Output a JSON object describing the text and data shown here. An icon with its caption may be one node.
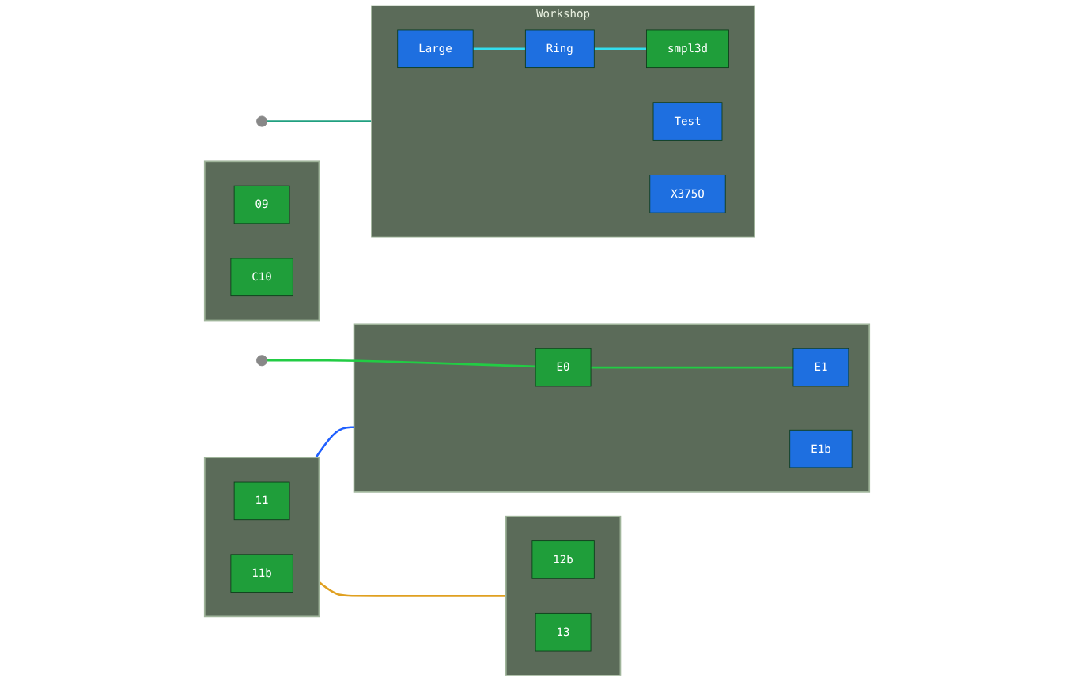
{
  "diagram": {
    "nodes": [
      {
        "text": [],
        "shape": "box"
      },
      {
        "text": [
          "09"
        ],
        "in": 0
      },
      {
        "text": [
          "C10"
        ],
        "in": 0
      },
      {
        "text": [],
        "shape": "box"
      },
      {
        "text": [
          "11"
        ],
        "in": 3
      },
      {
        "text": [
          "11b"
        ],
        "in": 3
      },
      {
        "text": [],
        "shape": "box"
      },
      {
        "text": [
          "12b"
        ],
        "in": 6
      },
      {
        "text": [
          "13"
        ],
        "in": 6
      },
      {
        "text": [],
        "shape": "box"
      },
      {
        "text": [
          "E0"
        ],
        "in": 9
      },
      {
        "text": [
          "E1"
        ],
        "in": 9
      },
      {
        "text": [
          "E1b"
        ],
        "in": 9
      },
      {
        "text": [
          "Workshop"
        ]
      },
      {
        "text": [
          "Large"
        ],
        "in": 13
      },
      {
        "text": [
          "Ring"
        ],
        "in": 13
      },
      {
        "text": [
          "smpl3d"
        ],
        "in": 13
      },
      {
        "text": [
          "Test"
        ],
        "in": 13
      },
      {
        "text": [
          "X375O"
        ],
        "in": 13
      }
    ],
    "edges": [
      {
        "from": 3,
        "to": 6,
        "arrow": "none",
        "color": "#e0a020"
      },
      {
        "from": 3,
        "to": 9,
        "arrow": "none",
        "color": "#2060ff"
      },
      {
        "from": null,
        "to": 10,
        "arrow": "none"
      },
      {
        "from": 10,
        "to": 11,
        "arrow": "none"
      },
      {
        "from": null,
        "to": 13,
        "arrow": "none",
        "color": "#20a080"
      },
      {
        "from": 14,
        "to": 15,
        "arrow": "none",
        "color": "#33ddee"
      },
      {
        "from": 15,
        "to": 16,
        "arrow": "none",
        "color": "#33ddee"
      }
    ]
  }
}
